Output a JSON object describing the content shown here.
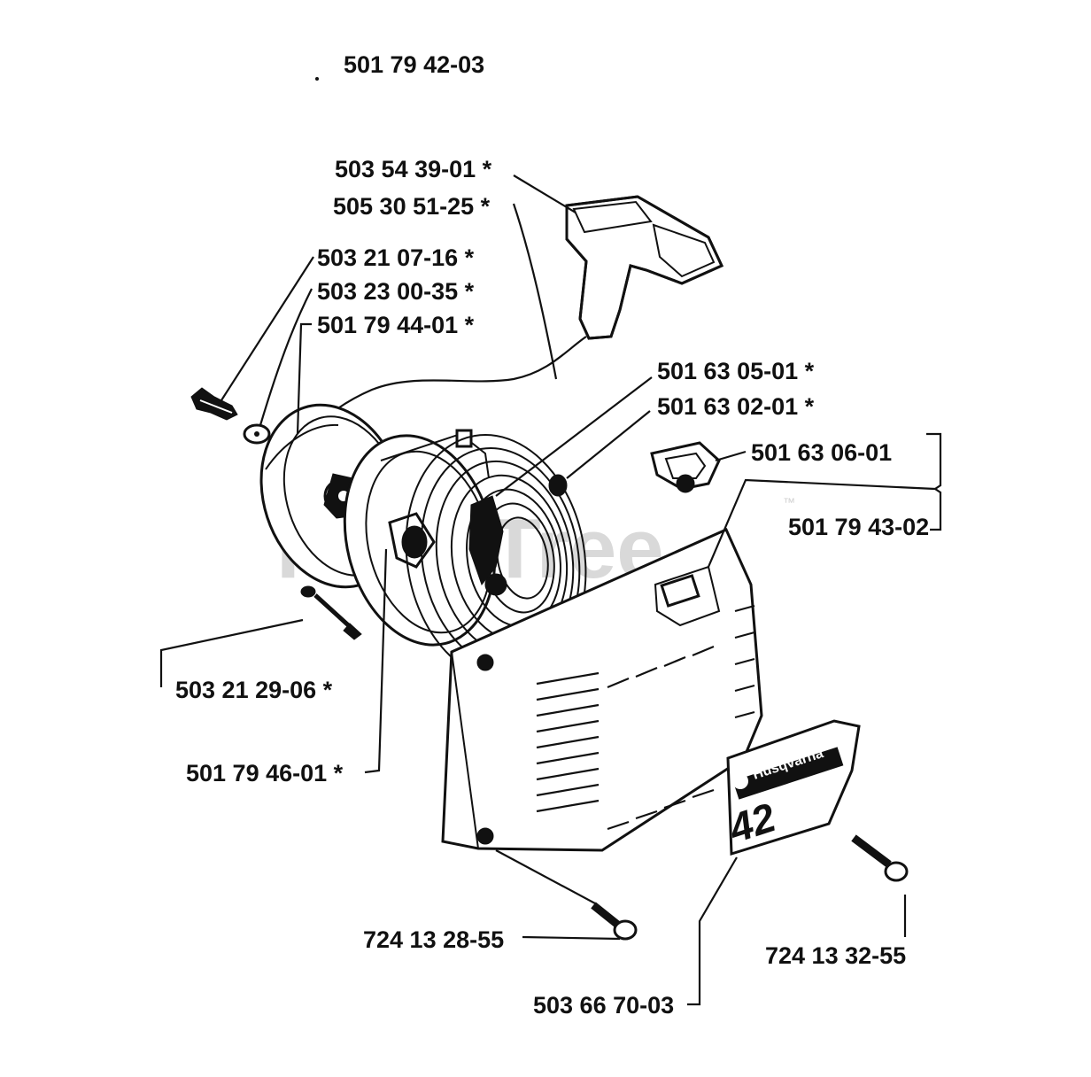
{
  "watermark": {
    "text": "PartsTree",
    "trademark": "™"
  },
  "cover_decal": {
    "brand": "Husqvarna",
    "model": "42"
  },
  "part_labels": [
    {
      "id": "assembly",
      "text": "501 79 42-03"
    },
    {
      "id": "handle",
      "text": "503 54 39-01  *"
    },
    {
      "id": "rope",
      "text": "505 30 51-25  *"
    },
    {
      "id": "screw-center",
      "text": "503 21 07-16  *"
    },
    {
      "id": "washer",
      "text": "503 23 00-35  *"
    },
    {
      "id": "pulley",
      "text": "501 79 44-01  *"
    },
    {
      "id": "spring-a",
      "text": "501 63 05-01  *"
    },
    {
      "id": "spring-b",
      "text": "501 63 02-01  *"
    },
    {
      "id": "guide",
      "text": "501 63 06-01"
    },
    {
      "id": "starter-housing",
      "text": "501 79 43-02"
    },
    {
      "id": "screw-side",
      "text": "503 21 29-06  *"
    },
    {
      "id": "plate",
      "text": "501 79 46-01  *"
    },
    {
      "id": "bolt-left",
      "text": "724 13 28-55"
    },
    {
      "id": "bolt-right",
      "text": "724 13 32-55"
    },
    {
      "id": "cover",
      "text": "503 66 70-03"
    }
  ]
}
